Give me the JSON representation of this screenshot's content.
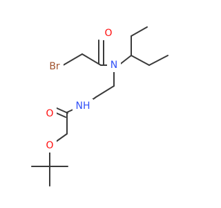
{
  "molecule": {
    "atoms": {
      "br": {
        "symbol": "Br",
        "color": "#a0522d"
      },
      "o_carbonyl_top": {
        "symbol": "O",
        "color": "#ff0d0d"
      },
      "n_amide": {
        "symbol": "N",
        "color": "#3050f8"
      },
      "n_carbamate": {
        "symbol": "NH",
        "color": "#3050f8"
      },
      "o_carbonyl_low": {
        "symbol": "O",
        "color": "#ff0d0d"
      },
      "o_ester": {
        "symbol": "O",
        "color": "#ff0d0d"
      }
    },
    "bond_color": "#3a3a3a"
  }
}
